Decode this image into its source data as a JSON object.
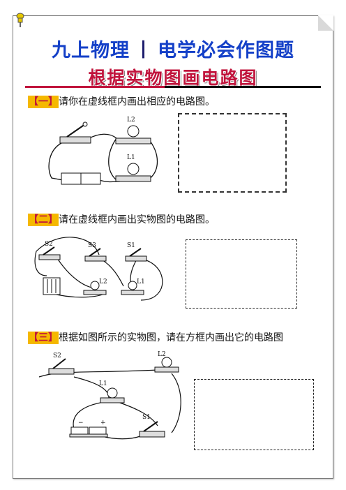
{
  "header": {
    "title_part1": "九上物理",
    "title_sep": "丨",
    "title_part2": "电学必会作图题",
    "subtitle": "根据实物图画电路图"
  },
  "questions": [
    {
      "tag": "【一】",
      "text": "请你在虚线框内画出相应的电路图。",
      "labels": {
        "lamp2": "L2",
        "lamp1": "L1"
      }
    },
    {
      "tag": "【二】",
      "text": "请在虚线框内画出实物图的电路图。",
      "labels": {
        "s2": "S2",
        "s3": "S3",
        "s1": "S1",
        "l2": "L2",
        "l1": "L1"
      }
    },
    {
      "tag": "【三】",
      "text": "根据如图所示的实物图，请在方框内画出它的电路图",
      "labels": {
        "s2": "S2",
        "l2": "L2",
        "l1": "L1",
        "s1": "S1",
        "minus": "−",
        "plus": "+"
      }
    }
  ]
}
